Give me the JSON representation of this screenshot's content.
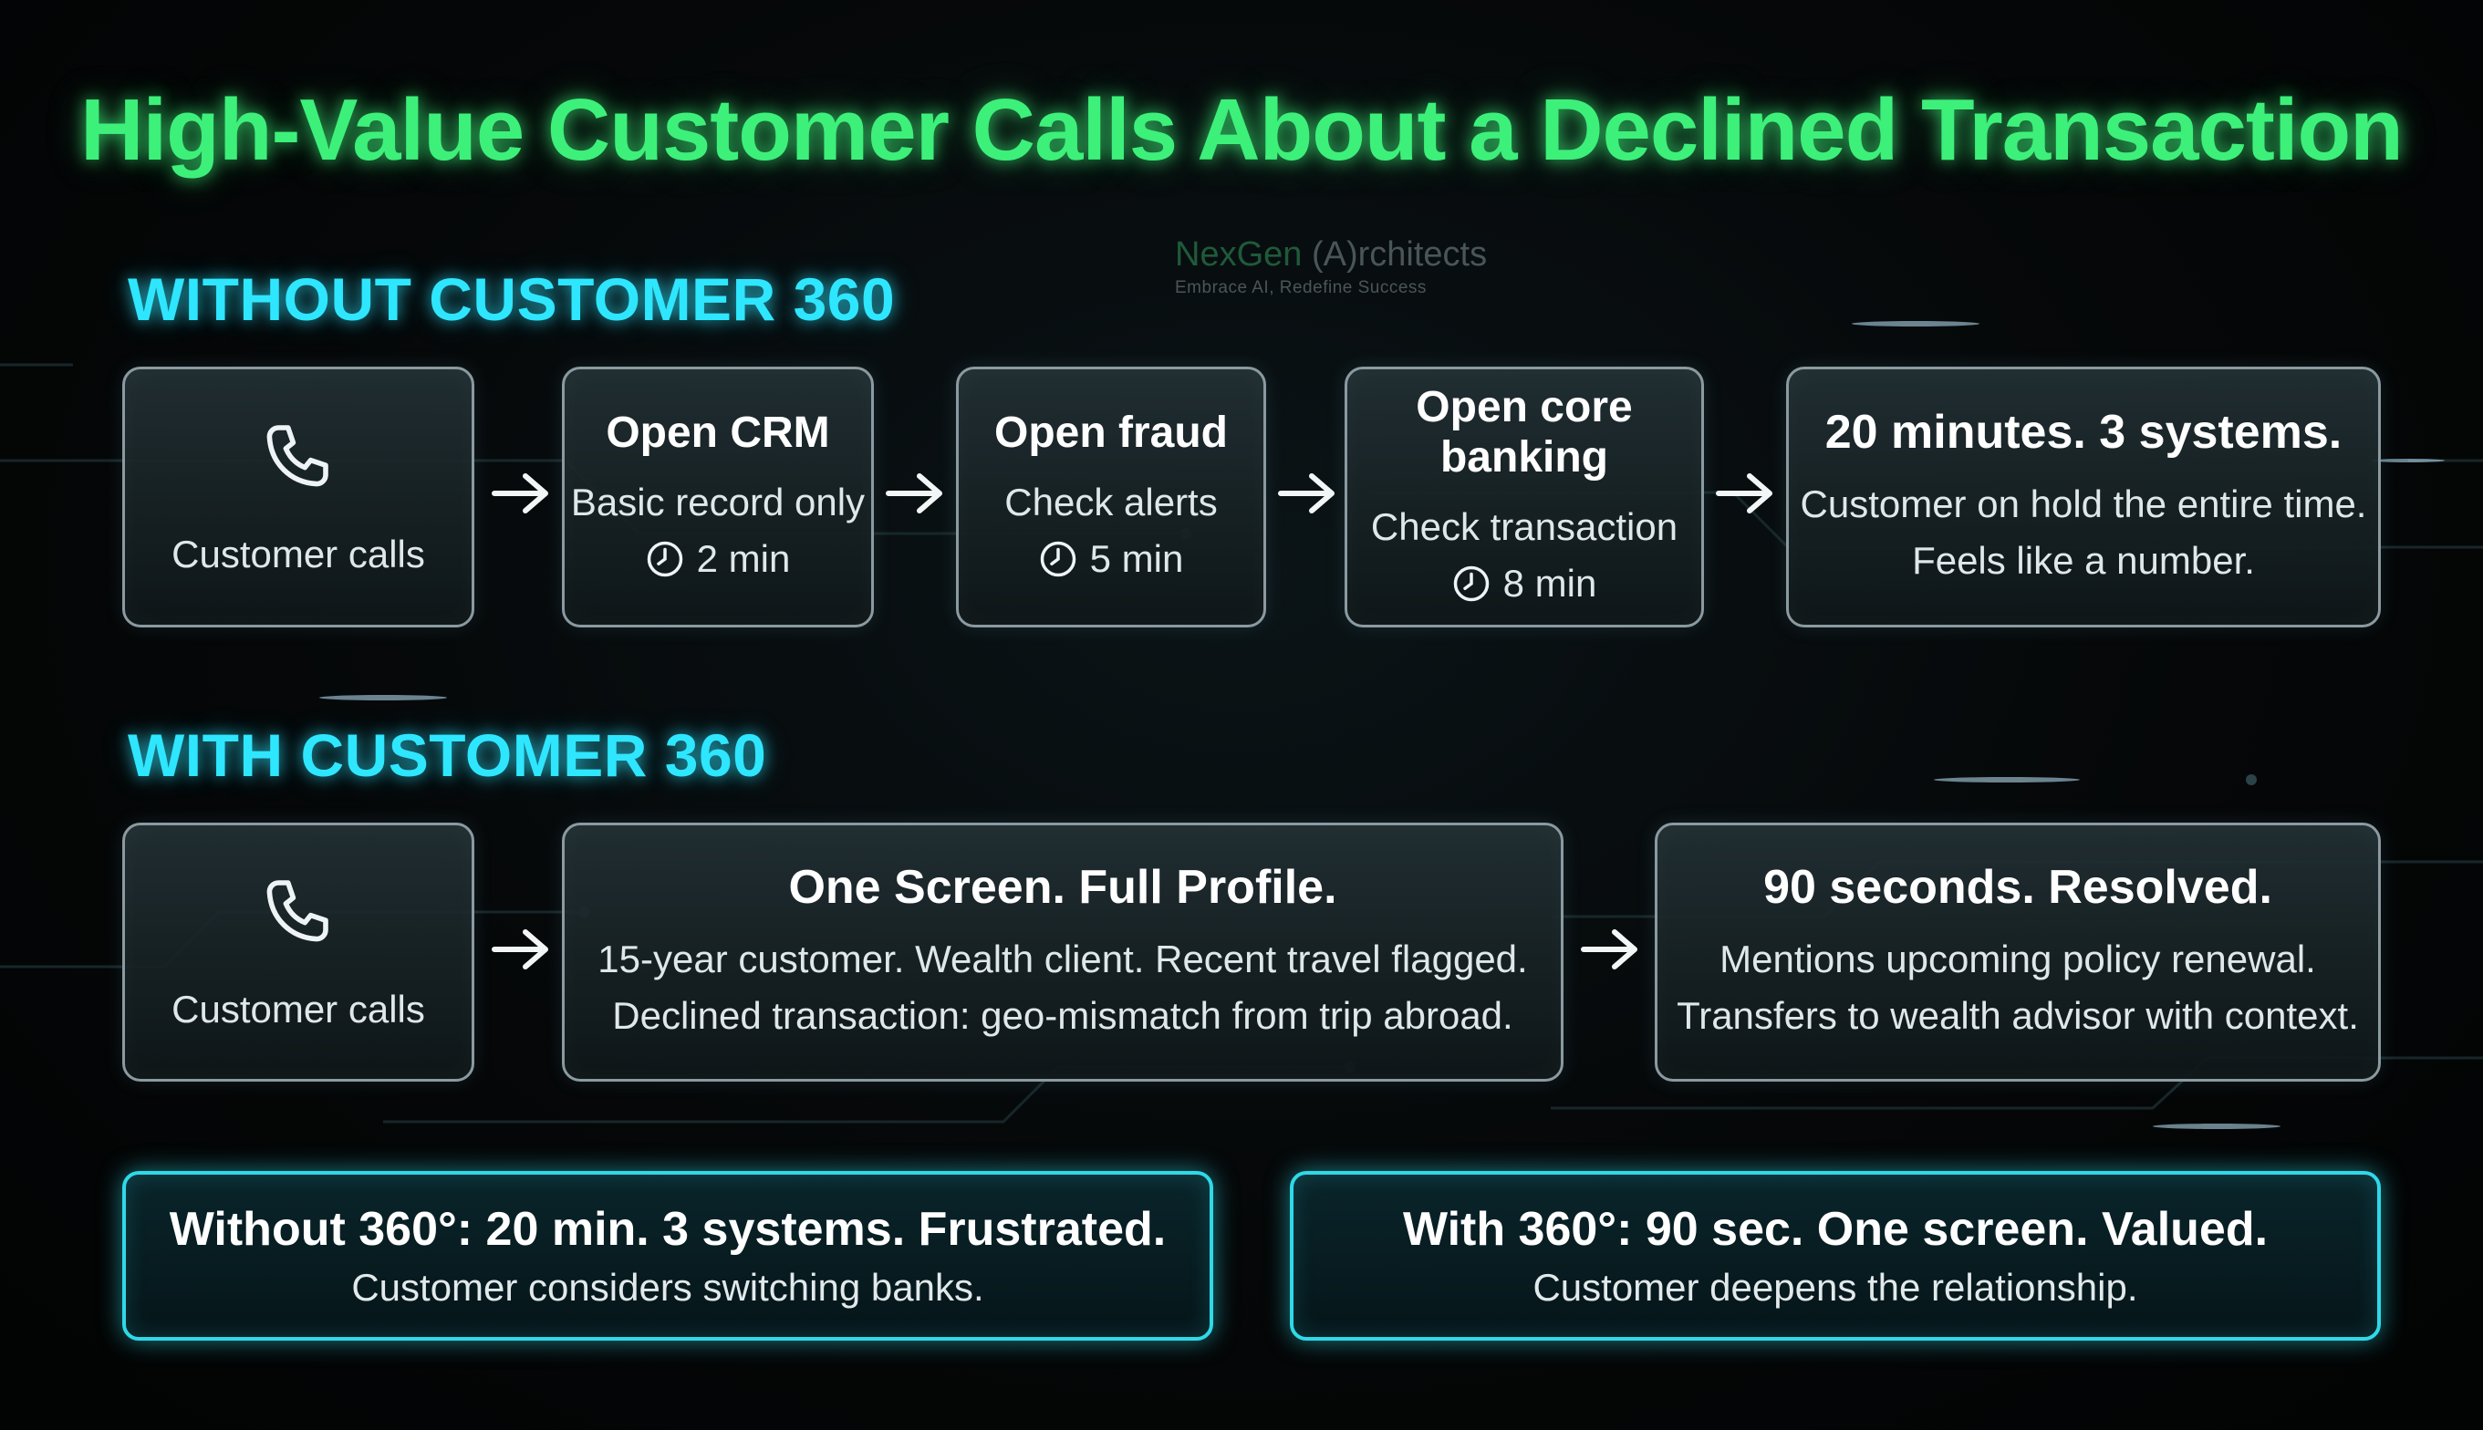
{
  "title": "High-Value Customer Calls About a Declined Transaction",
  "watermark": {
    "brand_left": "NexGen",
    "brand_right": "(A)rchitects",
    "tagline": "Embrace AI, Redefine Success"
  },
  "without": {
    "label": "WITHOUT CUSTOMER 360",
    "start_label": "Customer calls",
    "steps": [
      {
        "title": "Open CRM",
        "desc": "Basic record only",
        "time": "2 min"
      },
      {
        "title": "Open fraud",
        "desc": "Check alerts",
        "time": "5 min"
      },
      {
        "title": "Open core banking",
        "desc": "Check transaction",
        "time": "8 min"
      }
    ],
    "result": {
      "title": "20 minutes. 3 systems.",
      "line1": "Customer on hold the entire time.",
      "line2": "Feels like a number."
    }
  },
  "with": {
    "label": "WITH CUSTOMER 360",
    "start_label": "Customer calls",
    "profile": {
      "title": "One Screen. Full Profile.",
      "line1": "15-year customer. Wealth client. Recent travel flagged.",
      "line2": "Declined transaction: geo-mismatch from trip abroad."
    },
    "result": {
      "title": "90 seconds. Resolved.",
      "line1": "Mentions upcoming policy renewal.",
      "line2": "Transfers to wealth advisor with context."
    }
  },
  "summary": {
    "without": {
      "title": "Without 360°: 20 min. 3 systems. Frustrated.",
      "desc": "Customer considers switching banks."
    },
    "with": {
      "title": "With 360°: 90 sec. One screen. Valued.",
      "desc": "Customer deepens the relationship."
    }
  },
  "icons": {
    "phone": "phone-icon",
    "clock": "clock-icon",
    "arrow": "arrow-right-icon"
  },
  "colors": {
    "title": "#3df07a",
    "section": "#2fe6ff",
    "summary_border": "#2fd9e8"
  }
}
